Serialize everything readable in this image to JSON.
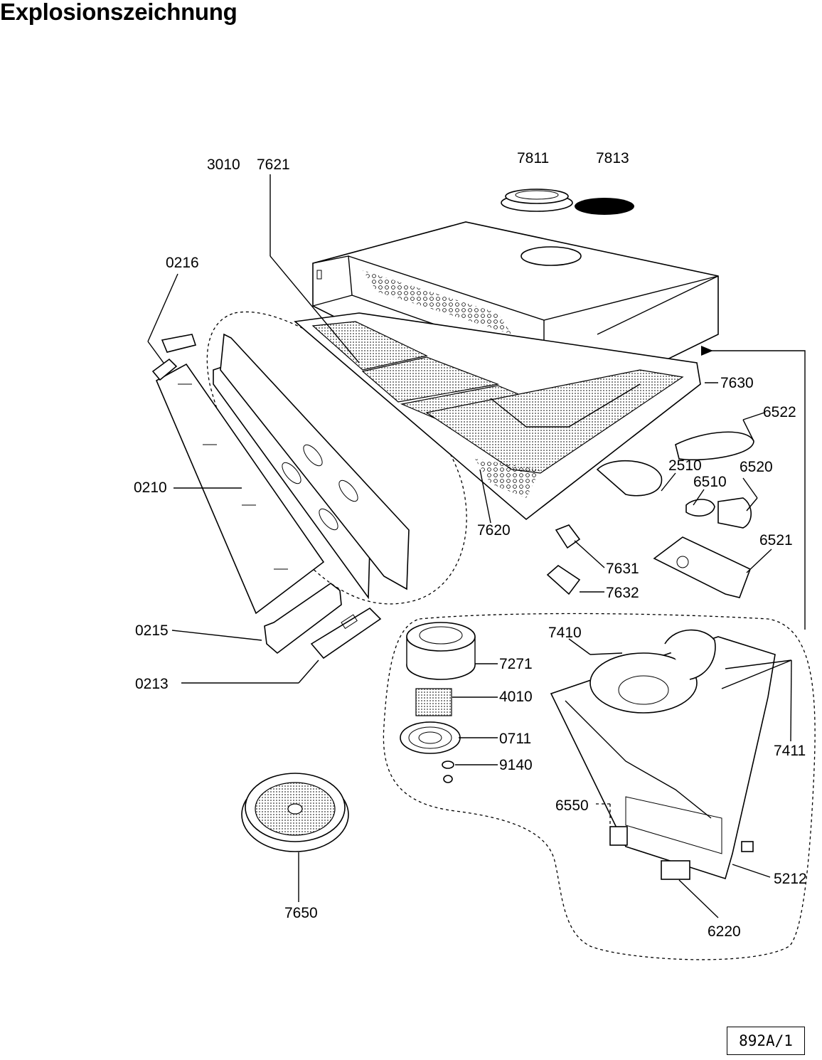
{
  "title": "Explosionszeichnung",
  "reference_code": "892A/1",
  "part_labels": {
    "p3010": "3010",
    "p7621": "7621",
    "p7811": "7811",
    "p7813": "7813",
    "p0216": "0216",
    "p7630": "7630",
    "p6522": "6522",
    "p2510": "2510",
    "p6520": "6520",
    "p6510": "6510",
    "p0210": "0210",
    "p7620": "7620",
    "p6521": "6521",
    "p7631": "7631",
    "p7632": "7632",
    "p0215": "0215",
    "p7410": "7410",
    "p7271": "7271",
    "p0213": "0213",
    "p4010": "4010",
    "p0711": "0711",
    "p7411": "7411",
    "p9140": "9140",
    "p6550": "6550",
    "p5212": "5212",
    "p7650": "7650",
    "p6220": "6220"
  }
}
